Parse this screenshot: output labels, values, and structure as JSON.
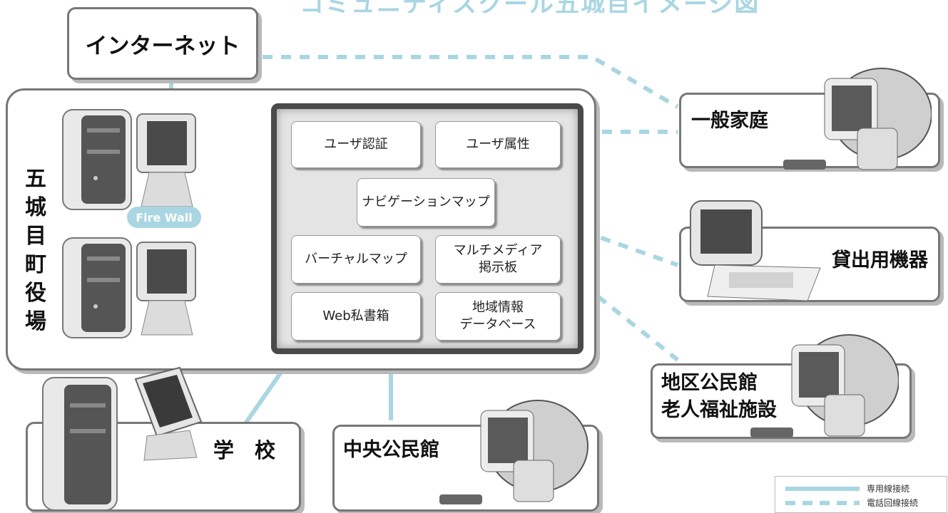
{
  "title": "コミュニティスクール五城目イメージ図",
  "internet": "インターネット",
  "town_office": [
    "五",
    "城",
    "目",
    "町",
    "役",
    "場"
  ],
  "firewall": "Fire Wall",
  "modules": {
    "user_auth": "ユーザ認証",
    "user_attr": "ユーザ属性",
    "nav_map": "ナビゲーションマップ",
    "virtual_map": "バーチャルマップ",
    "multimedia_1": "マルチメディア",
    "multimedia_2": "掲示板",
    "web_box": "Web私書箱",
    "regional_1": "地域情報",
    "regional_2": "データベース"
  },
  "nodes": {
    "home": "一般家庭",
    "rental": "貸出用機器",
    "district_1": "地区公民館",
    "district_2": "老人福祉施設",
    "school": "学　校",
    "central": "中央公民館"
  },
  "legend": {
    "dedicated": "専用線接続",
    "phone": "電話回線接続"
  },
  "colors": {
    "line": "#a9d6e2",
    "inner_border": "#4a4a4a",
    "box_border": "#777777"
  }
}
